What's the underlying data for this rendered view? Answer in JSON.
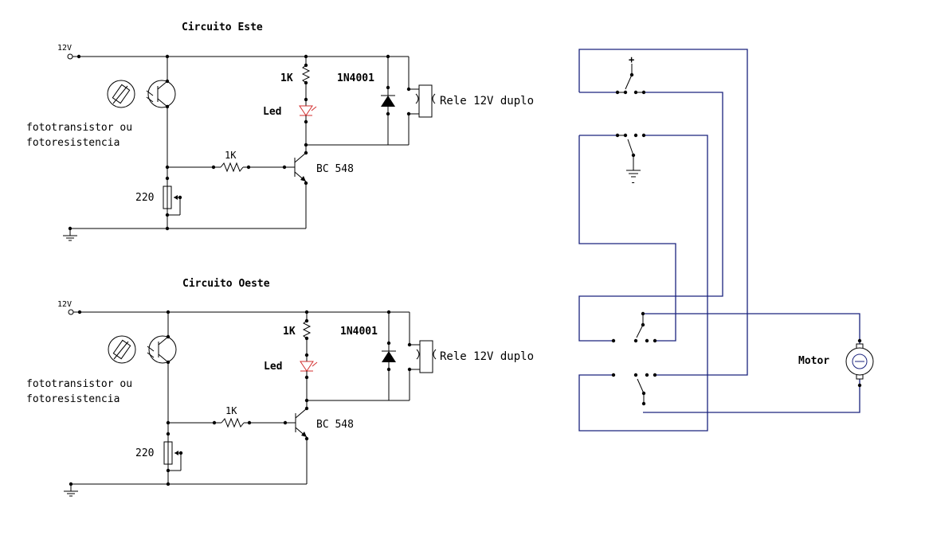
{
  "circuits": [
    {
      "title": "Circuito Este",
      "supply": "12V",
      "sensor_label_1": "fototransistor ou",
      "sensor_label_2": "fotoresistencia",
      "base_resistor": "1K",
      "pot": "220",
      "led_resistor": "1K",
      "led": "Led",
      "diode": "1N4001",
      "relay": "Rele 12V duplo",
      "transistor": "BC 548"
    },
    {
      "title": "Circuito Oeste",
      "supply": "12V",
      "sensor_label_1": "fototransistor ou",
      "sensor_label_2": "fotoresistencia",
      "base_resistor": "1K",
      "pot": "220",
      "led_resistor": "1K",
      "led": "Led",
      "diode": "1N4001",
      "relay": "Rele 12V duplo",
      "transistor": "BC 548"
    }
  ],
  "switching": {
    "plus": "+",
    "minus": "-",
    "motor": "Motor"
  },
  "colors": {
    "wire": "#000000",
    "motor_wire": "#1a237e",
    "led": "#d32f2f"
  }
}
